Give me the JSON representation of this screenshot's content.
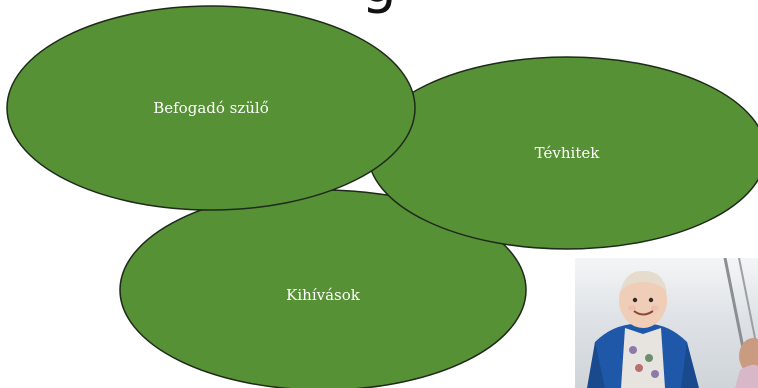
{
  "slide": {
    "title_fragment": "g"
  },
  "bubbles": [
    {
      "label": "Befogadó szülő"
    },
    {
      "label": "Tévhitek"
    },
    {
      "label": "Kihívások"
    }
  ],
  "colors": {
    "bubble_fill": "#579136",
    "bubble_stroke": "#1e2a1a",
    "label_text": "#ffffff",
    "jacket_blue": "#1f58a8"
  },
  "photo": {
    "subject": "smiling child in blue jacket"
  }
}
